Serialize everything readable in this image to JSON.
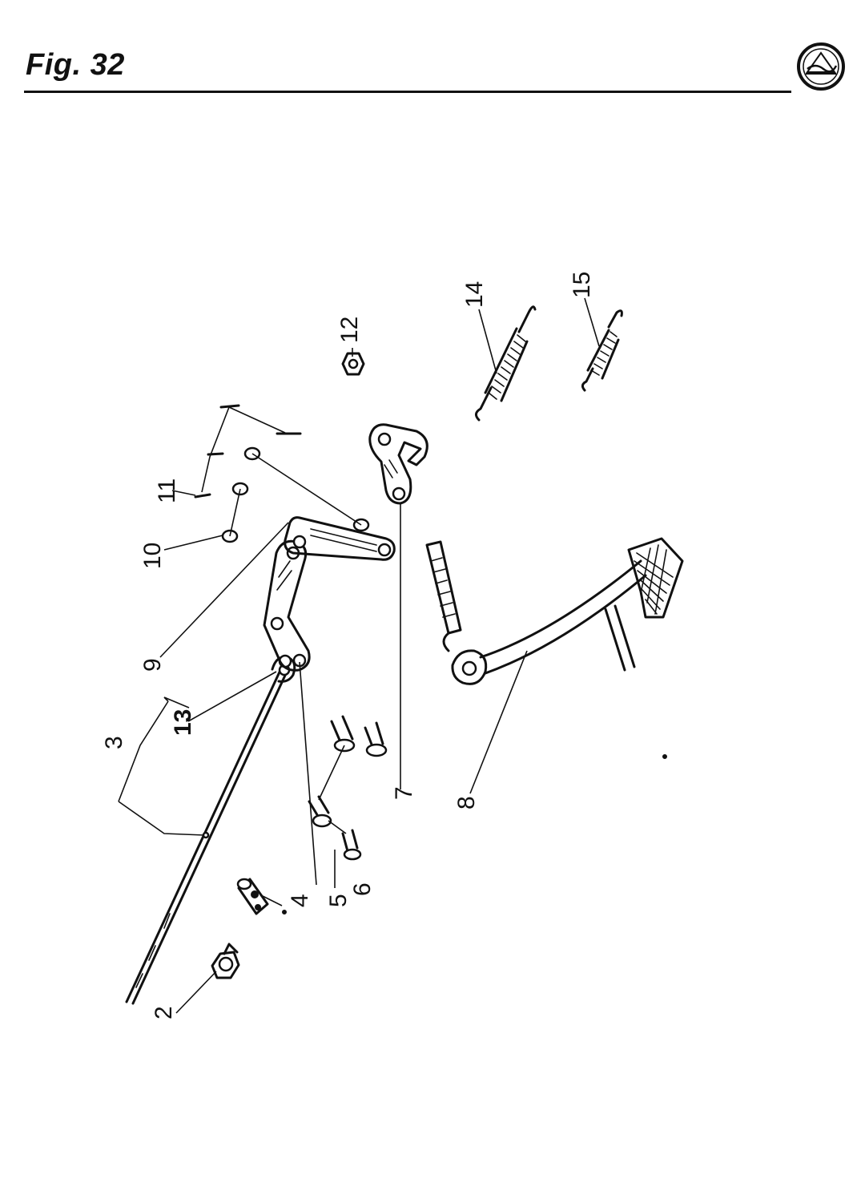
{
  "header": {
    "title": "Fig. 32"
  },
  "callouts": [
    {
      "id": "c2",
      "label": "2"
    },
    {
      "id": "c3",
      "label": "3"
    },
    {
      "id": "c4",
      "label": "4"
    },
    {
      "id": "c5",
      "label": "5"
    },
    {
      "id": "c6",
      "label": "6"
    },
    {
      "id": "c7",
      "label": "7"
    },
    {
      "id": "c8",
      "label": "8"
    },
    {
      "id": "c9",
      "label": "9"
    },
    {
      "id": "c10",
      "label": "10"
    },
    {
      "id": "c11",
      "label": "11"
    },
    {
      "id": "c12",
      "label": "12"
    },
    {
      "id": "c13",
      "label": "13"
    },
    {
      "id": "c14",
      "label": "14"
    },
    {
      "id": "c15",
      "label": "15"
    }
  ],
  "brand": {
    "logo_icon": "manufacturer-logo-icon"
  }
}
